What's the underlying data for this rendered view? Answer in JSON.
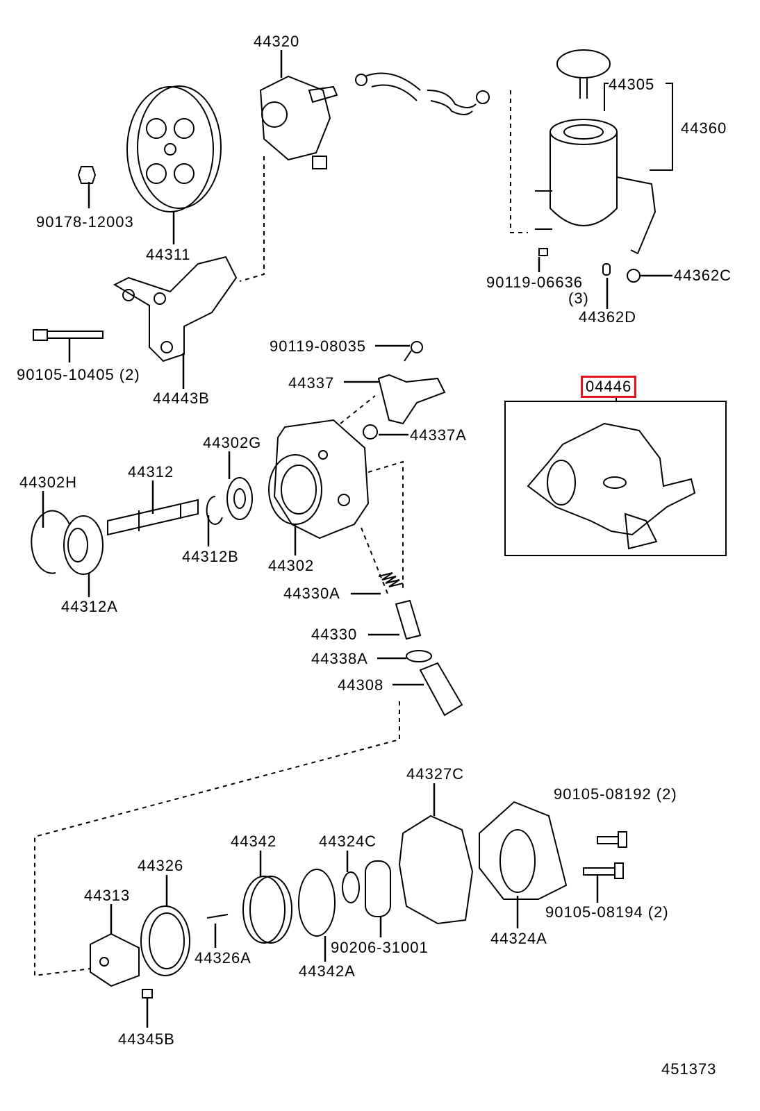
{
  "diagram": {
    "highlight_color": "#e0141e",
    "labels": [
      "44320",
      "44305",
      "44360",
      "90178-12003",
      "44311",
      "90119-06636",
      "(3)",
      "44362C",
      "44362D",
      "90119-08035",
      "90105-10405 (2)",
      "44443B",
      "44337",
      "04446",
      "44337A",
      "44302G",
      "44302H",
      "44312",
      "44312B",
      "44302",
      "44312A",
      "44330A",
      "44330",
      "44338A",
      "44308",
      "44327C",
      "90105-08192 (2)",
      "44342",
      "44324C",
      "44326",
      "44313",
      "90105-08194 (2)",
      "44324A",
      "44326A",
      "90206-31001",
      "44342A",
      "44345B",
      "451373"
    ]
  }
}
